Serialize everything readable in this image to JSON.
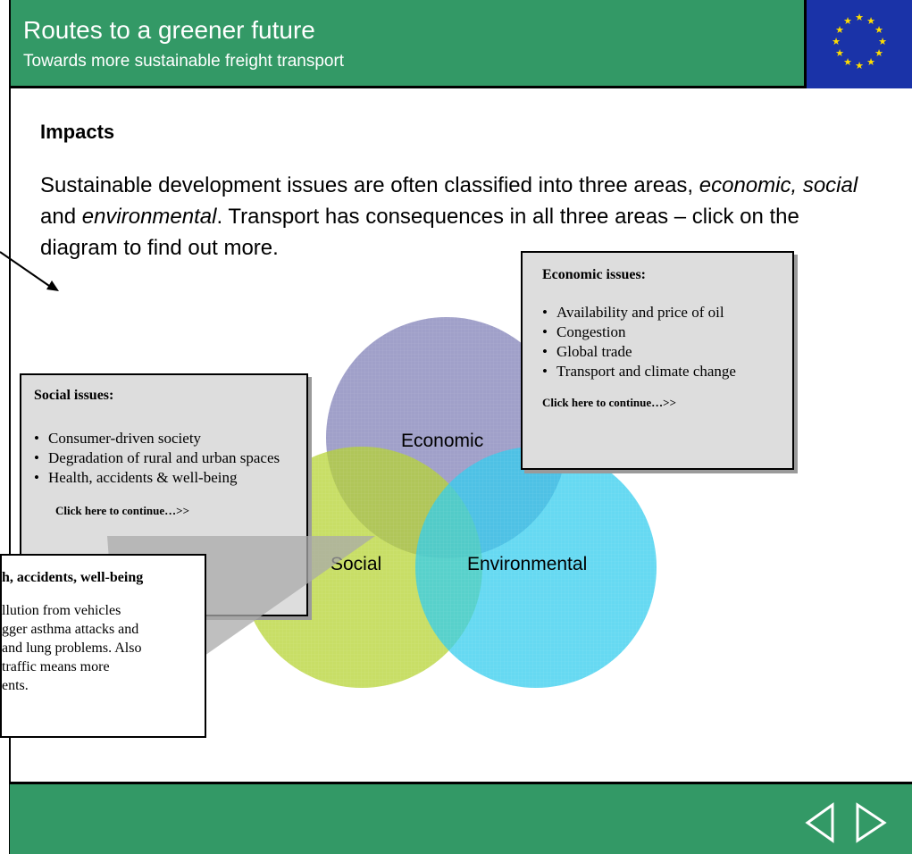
{
  "header": {
    "title": "Routes to a greener future",
    "subtitle": "Towards more sustainable freight transport",
    "flag_icon": "eu-flag-icon"
  },
  "main": {
    "heading": "Impacts",
    "intro_1": "Sustainable development issues are often classified into three areas, ",
    "intro_economic": "economic, social",
    "intro_and": " and ",
    "intro_environmental": "environmental",
    "intro_2": ". Transport has consequences in all three areas – click on the diagram to find out more."
  },
  "diagram": {
    "economic_label": "Economic",
    "social_label": "Social",
    "environmental_label": "Environmental",
    "colors": {
      "economic": "#8f8fbf",
      "social": "#b5d333",
      "environmental": "#33ccee",
      "brand_green": "#339966"
    }
  },
  "economic_popup": {
    "title": "Economic issues:",
    "items": [
      "Availability and price of oil",
      "Congestion",
      "Global trade",
      "Transport and climate change"
    ],
    "continue": "Click here to continue…>>"
  },
  "social_popup": {
    "title": "Social issues:",
    "items": [
      "Consumer-driven society",
      "Degradation of rural and urban spaces",
      "Health, accidents & well-being"
    ],
    "continue": "Click here to continue…>>"
  },
  "detail_popup": {
    "title": "h, accidents, well-being",
    "lines": [
      "llution from vehicles",
      "gger asthma attacks and",
      "and lung problems. Also",
      "traffic means more",
      "ents."
    ]
  },
  "footer": {
    "prev_icon": "triangle-left-icon",
    "next_icon": "triangle-right-icon"
  }
}
